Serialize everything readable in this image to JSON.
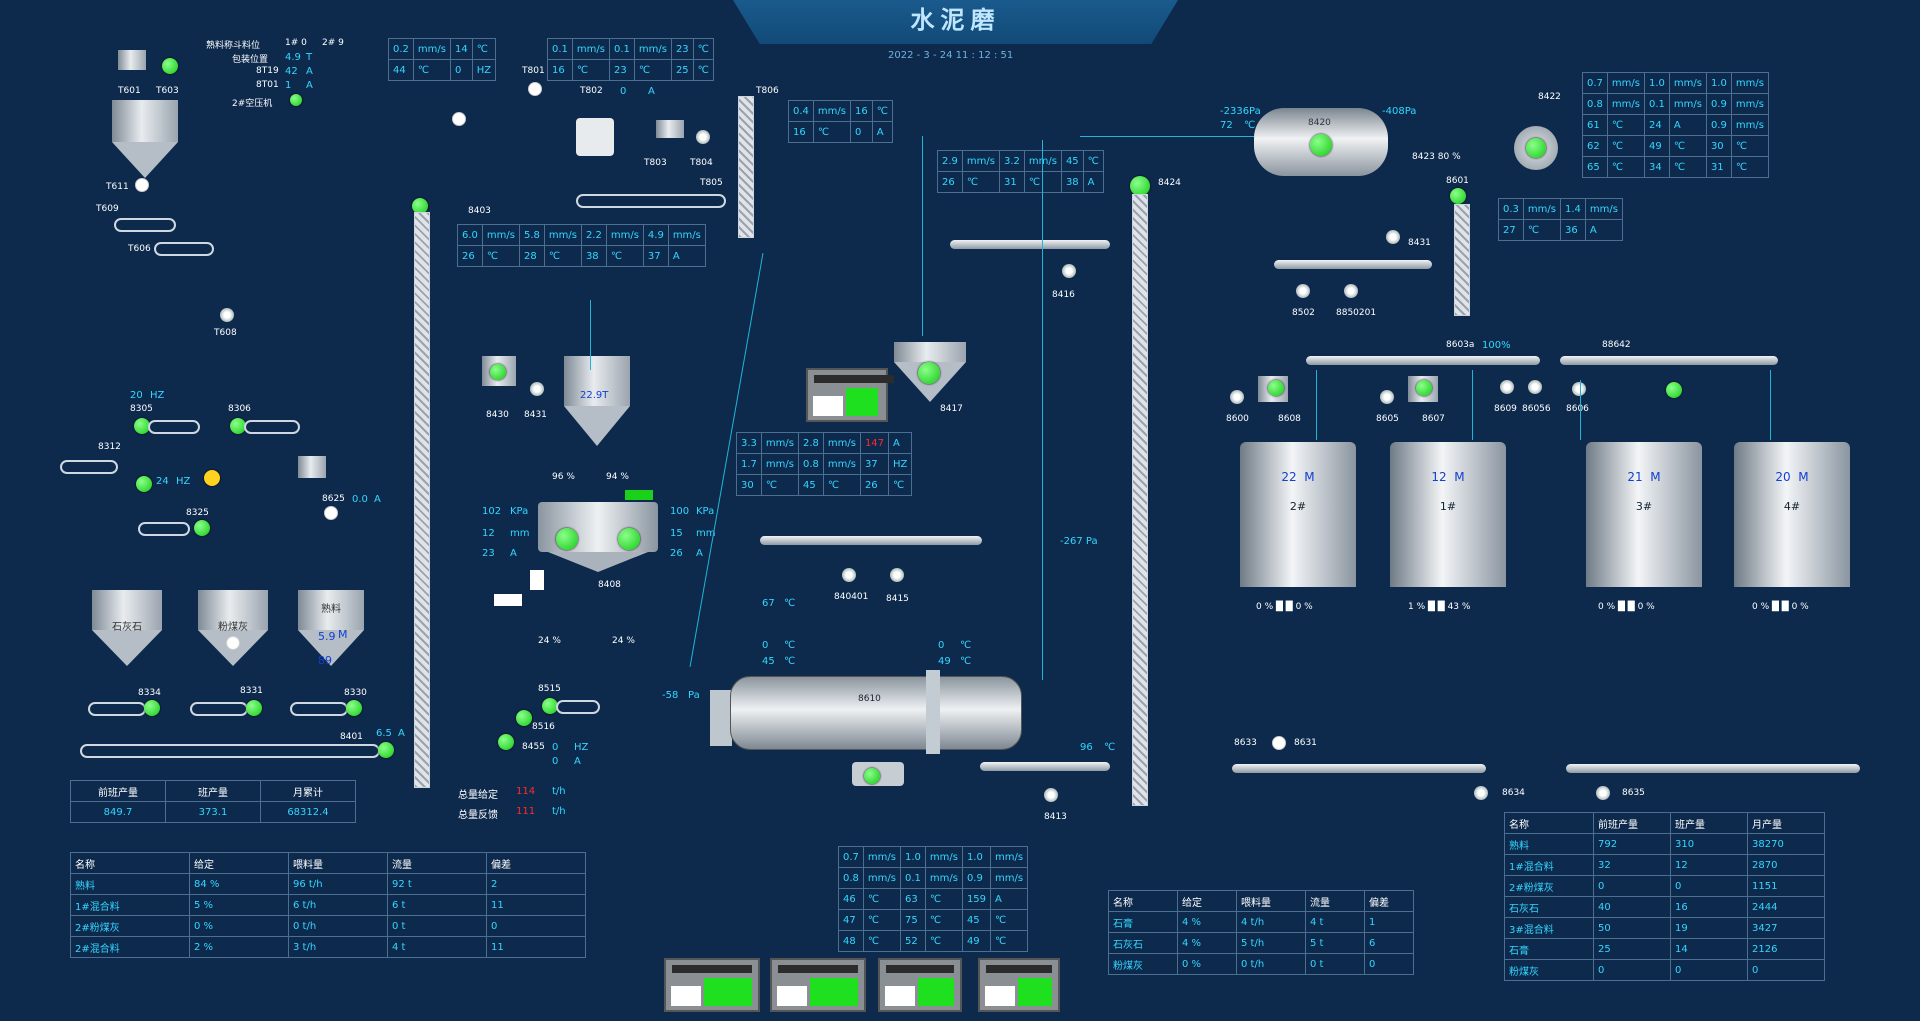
{
  "title": "水泥磨",
  "datetime": "2022 - 3 - 24   11 : 12 : 51",
  "colors": {
    "background": "#0d2a4d",
    "value": "#34d6ff",
    "run": "#19d119",
    "alarm": "#ff2a2a",
    "pipe": "#1fb6d6"
  },
  "top_left": {
    "rows": [
      {
        "label": "熟料称斗料位",
        "v1": "1# 0",
        "v2": "2# 9"
      },
      {
        "label": "包装位置",
        "v1": "4.9",
        "u": "T"
      },
      {
        "label": "8T19",
        "v1": "42",
        "u": "A"
      },
      {
        "label": "8T01",
        "v1": "1",
        "u": "A"
      },
      {
        "label": "2#空压机",
        "v1": ""
      }
    ],
    "tags": {
      "t601": "T601",
      "t603": "T603",
      "t611": "T611",
      "t609": "T609",
      "t608": "T608",
      "t606": "T606"
    }
  },
  "tables_top": {
    "t1": [
      [
        "0.2",
        "mm/s",
        "14",
        "℃"
      ],
      [
        "44",
        "℃",
        "0",
        "HZ"
      ]
    ],
    "t2": [
      [
        "0.1",
        "mm/s",
        "0.1",
        "mm/s",
        "23",
        "℃"
      ],
      [
        "16",
        "℃",
        "23",
        "℃",
        "25",
        "℃"
      ]
    ],
    "t3": [
      [
        "0.4",
        "mm/s",
        "16",
        "℃"
      ],
      [
        "16",
        "℃",
        "0",
        "A"
      ]
    ],
    "t4": [
      [
        "6.0",
        "mm/s",
        "5.8",
        "mm/s",
        "2.2",
        "mm/s",
        "4.9",
        "mm/s"
      ],
      [
        "26",
        "℃",
        "28",
        "℃",
        "38",
        "℃",
        "37",
        "A"
      ]
    ],
    "t5": [
      [
        "2.9",
        "mm/s",
        "3.2",
        "mm/s",
        "45",
        "℃"
      ],
      [
        "26",
        "℃",
        "31",
        "℃",
        "38",
        "A"
      ]
    ],
    "t6": [
      [
        "3.3",
        "mm/s",
        "2.8",
        "mm/s",
        "147",
        "A"
      ],
      [
        "1.7",
        "mm/s",
        "0.8",
        "mm/s",
        "37",
        "HZ"
      ],
      [
        "30",
        "℃",
        "45",
        "℃",
        "26",
        "℃"
      ]
    ],
    "t7": [
      [
        "0.7",
        "mm/s",
        "1.0",
        "mm/s",
        "1.0",
        "mm/s"
      ],
      [
        "0.8",
        "mm/s",
        "0.1",
        "mm/s",
        "0.9",
        "mm/s"
      ],
      [
        "61",
        "℃",
        "24",
        "A",
        "0.9",
        "mm/s"
      ],
      [
        "62",
        "℃",
        "49",
        "℃",
        "30",
        "℃"
      ],
      [
        "65",
        "℃",
        "34",
        "℃",
        "31",
        "℃"
      ]
    ],
    "t8": [
      [
        "0.3",
        "mm/s",
        "1.4",
        "mm/s"
      ],
      [
        "27",
        "℃",
        "36",
        "A"
      ]
    ],
    "t9": [
      [
        "0.7",
        "mm/s",
        "1.0",
        "mm/s",
        "1.0",
        "mm/s"
      ],
      [
        "0.8",
        "mm/s",
        "0.1",
        "mm/s",
        "0.9",
        "mm/s"
      ],
      [
        "46",
        "℃",
        "63",
        "℃",
        "159",
        "A"
      ],
      [
        "47",
        "℃",
        "75",
        "℃",
        "45",
        "℃"
      ],
      [
        "48",
        "℃",
        "52",
        "℃",
        "49",
        "℃"
      ]
    ]
  },
  "tags": {
    "t801": "T801",
    "t802": "T802",
    "t803": "T803",
    "t804": "T804",
    "t805": "T805",
    "t806": "T806",
    "t802v": "0",
    "t802u": "A",
    "b403": "8403",
    "b430": "8430",
    "b431": "8431",
    "b408": "8408",
    "b417": "8417",
    "b416": "8416",
    "b424": "8424",
    "b415": "8415",
    "b413": "8413",
    "b401": "8401",
    "b334": "8334",
    "b331": "8331",
    "b330": "8330",
    "b312": "8312",
    "b305": "8305",
    "b306": "8306",
    "b325": "8325",
    "b625": "8625",
    "b515": "8515",
    "b516": "8516",
    "b455": "8455",
    "b610": "8610",
    "b420": "8420",
    "b422": "8422",
    "b601": "8601",
    "b431b": "8431",
    "b602": "8502",
    "b50201": "8850201",
    "b603a": "8603a",
    "b6042": "88642",
    "b600": "8600",
    "b608": "8608",
    "b605": "8605",
    "b607": "8607",
    "b609": "8609",
    "b6056": "86056",
    "b606": "8606",
    "b634": "8634",
    "b635": "8635",
    "b631": "8631",
    "b633": "8633",
    "b640401": "840401"
  },
  "process": {
    "hz305": "20",
    "hz305u": "HZ",
    "hz24": "24",
    "hz24u": "HZ",
    "b625v": "0.0",
    "b625u": "A",
    "mill_pct_l": "96 %",
    "mill_pct_r": "94 %",
    "kpa_l": "102",
    "kpa_r": "100",
    "kpa_u": "KPa",
    "mm_l": "12",
    "mm_r": "15",
    "mm_u": "mm",
    "a_l": "23",
    "a_r": "26",
    "a_u": "A",
    "silo_value": "22.9T",
    "bottom_pct_l": "24 %",
    "bottom_pct_r": "24 %",
    "temp_67": "67",
    "temp_u": "℃",
    "press_58": "-58",
    "press_u": "Pa",
    "press_267": "-267 Pa",
    "mill_t1": "0",
    "mill_t2": "45",
    "mill_t3": "0",
    "mill_t4": "49",
    "b424_temp": "96",
    "filter_p1": "-2336Pa",
    "filter_t": "72",
    "filter_p2": "-408Pa",
    "b423_pct": "8423 80 %",
    "silo_3": "5.9",
    "silo_3u": "M",
    "silo_3t": "89",
    "b401v": "6.5",
    "b401u": "A",
    "b455hz": "0",
    "b455a": "0",
    "total_set_lbl": "总量给定",
    "total_set": "114",
    "total_fb_lbl": "总量反馈",
    "total_fb": "111",
    "tph": "t/h",
    "pct_100": "100%"
  },
  "small_silos": [
    "石灰石",
    "粉煤灰",
    "熟料"
  ],
  "tanks": [
    {
      "level": "22",
      "unit": "M",
      "name": "2#",
      "pcts": "0 %  █  █  0 %"
    },
    {
      "level": "12",
      "unit": "M",
      "name": "1#",
      "pcts": "1 %  █  █  43 %"
    },
    {
      "level": "21",
      "unit": "M",
      "name": "3#",
      "pcts": "0 %  █  █  0 %"
    },
    {
      "level": "20",
      "unit": "M",
      "name": "4#",
      "pcts": "0 %  █  █  0 %"
    }
  ],
  "prod_left": {
    "headers": [
      "前班产量",
      "班产量",
      "月累计"
    ],
    "values": [
      "849.7",
      "373.1",
      "68312.4"
    ]
  },
  "feed_left": {
    "headers": [
      "名称",
      "给定",
      "喂料量",
      "流量",
      "偏差"
    ],
    "rows": [
      [
        "熟料",
        "84",
        "%",
        "96",
        "t/h",
        "92",
        "t",
        "2"
      ],
      [
        "1#混合料",
        "5",
        "%",
        "6",
        "t/h",
        "6",
        "t",
        "11"
      ],
      [
        "2#粉煤灰",
        "0",
        "%",
        "0",
        "t/h",
        "0",
        "t",
        "0"
      ],
      [
        "2#混合料",
        "2",
        "%",
        "3",
        "t/h",
        "4",
        "t",
        "11"
      ]
    ]
  },
  "feed_mid": {
    "headers": [
      "名称",
      "给定",
      "喂料量",
      "流量",
      "偏差"
    ],
    "rows": [
      [
        "石膏",
        "4",
        "%",
        "4",
        "t/h",
        "4",
        "t",
        "1"
      ],
      [
        "石灰石",
        "4",
        "%",
        "5",
        "t/h",
        "5",
        "t",
        "6"
      ],
      [
        "粉煤灰",
        "0",
        "%",
        "0",
        "t/h",
        "0",
        "t",
        "0"
      ]
    ]
  },
  "prod_right": {
    "headers": [
      "名称",
      "前班产量",
      "班产量",
      "月产量"
    ],
    "rows": [
      [
        "熟料",
        "792",
        "310",
        "38270"
      ],
      [
        "1#混合料",
        "32",
        "12",
        "2870"
      ],
      [
        "2#粉煤灰",
        "0",
        "0",
        "1151"
      ],
      [
        "石灰石",
        "40",
        "16",
        "2444"
      ],
      [
        "3#混合料",
        "50",
        "19",
        "3427"
      ],
      [
        "石膏",
        "25",
        "14",
        "2126"
      ],
      [
        "粉煤灰",
        "0",
        "0",
        "0"
      ]
    ]
  }
}
